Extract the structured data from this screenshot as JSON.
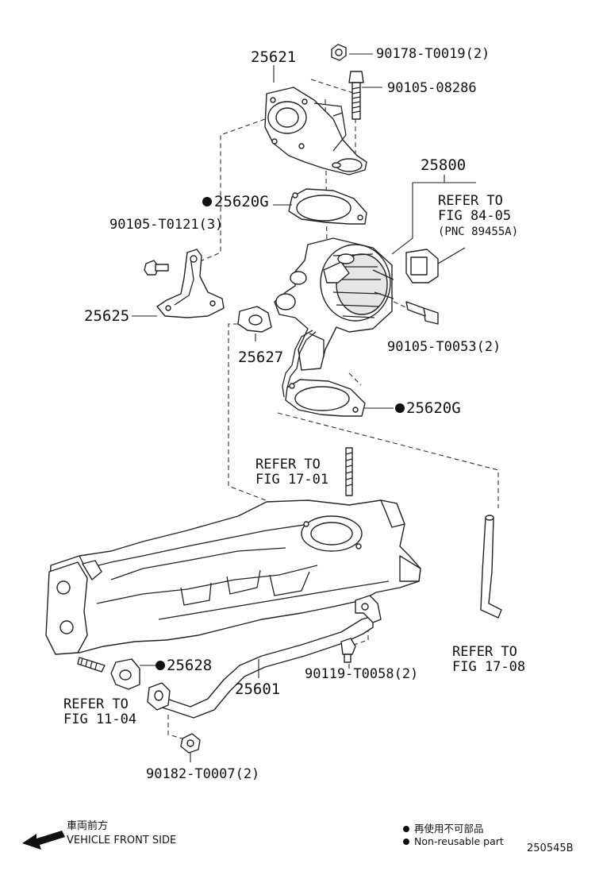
{
  "labels": {
    "p25621": "25621",
    "p90178": "90178-T0019(2)",
    "p90105a": "90105-08286",
    "p25800": "25800",
    "refer8405_1": "REFER TO",
    "refer8405_2": "FIG 84-05",
    "refer8405_3": "(PNC 89455A)",
    "p25620g_top": "25620G",
    "p90105b": "90105-T0121(3)",
    "p25625": "25625",
    "p25627": "25627",
    "p90105c": "90105-T0053(2)",
    "p25620g_bot": "25620G",
    "refer1701_1": "REFER TO",
    "refer1701_2": "FIG 17-01",
    "refer1708_1": "REFER TO",
    "refer1708_2": "FIG 17-08",
    "p25628": "25628",
    "p90119": "90119-T0058(2)",
    "p25601": "25601",
    "refer1104_1": "REFER TO",
    "refer1104_2": "FIG 11-04",
    "p90182": "90182-T0007(2)"
  },
  "footer": {
    "front_jp": "車両前方",
    "front_en": "VEHICLE FRONT SIDE",
    "nonreuse_jp": "再使用不可部品",
    "nonreuse_en": "Non-reusable part",
    "ref_code": "250545B"
  },
  "colors": {
    "ink": "#111111",
    "fill": "#e6e6e6"
  }
}
